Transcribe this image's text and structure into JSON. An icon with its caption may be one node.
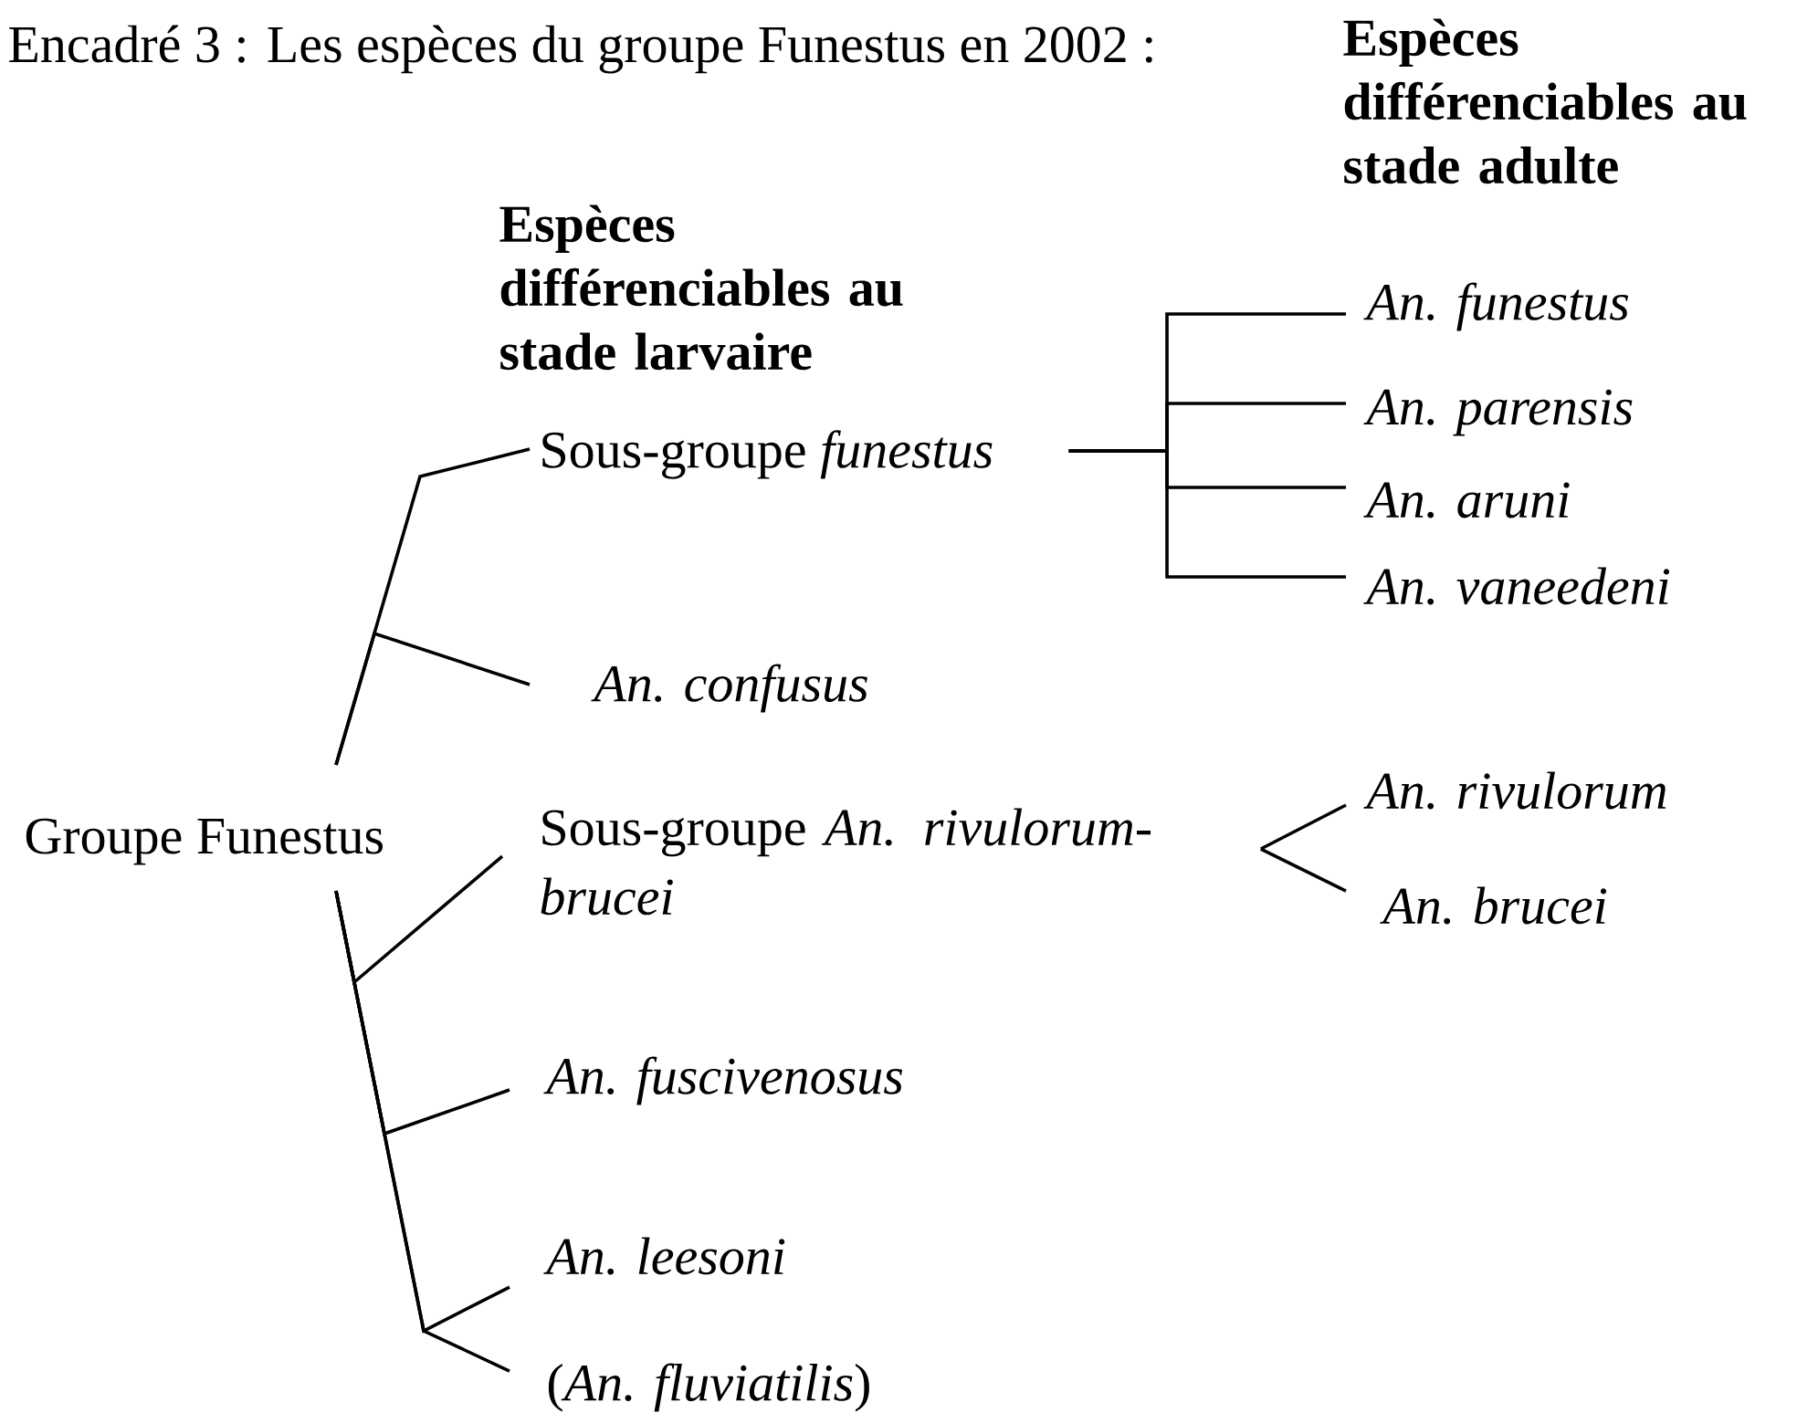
{
  "diagram": {
    "title": "Encadré 3 : Les espèces du groupe Funestus en 2002 :",
    "nodes": [
      {
        "text": [
          "Groupe Funestus"
        ]
      },
      {
        "text": [
          "Sous-groupe *funestus*"
        ]
      },
      {
        "text": [
          "An. confusus"
        ]
      },
      {
        "text": [
          "Sous-groupe *An. rivulorum-brucei*"
        ]
      },
      {
        "text": [
          "An. fuscivenosus"
        ]
      },
      {
        "text": [
          "An. leesoni"
        ]
      },
      {
        "text": [
          "(*An. fluviatilis*)"
        ]
      },
      {
        "text": [
          "An. funestus"
        ]
      },
      {
        "text": [
          "An. parensis"
        ]
      },
      {
        "text": [
          "An. aruni"
        ]
      },
      {
        "text": [
          "An. vaneedeni"
        ]
      },
      {
        "text": [
          "An. rivulorum"
        ]
      },
      {
        "text": [
          "An. brucei"
        ]
      }
    ],
    "edges": [
      {
        "from": 0,
        "to": 1,
        "arrow": "none"
      },
      {
        "from": 0,
        "to": 2,
        "arrow": "none"
      },
      {
        "from": 0,
        "to": 3,
        "arrow": "none"
      },
      {
        "from": 0,
        "to": 4,
        "arrow": "none"
      },
      {
        "from": 0,
        "to": 5,
        "arrow": "none"
      },
      {
        "from": 0,
        "to": 6,
        "arrow": "none"
      },
      {
        "from": 1,
        "to": 7,
        "arrow": "none"
      },
      {
        "from": 1,
        "to": 8,
        "arrow": "none"
      },
      {
        "from": 1,
        "to": 9,
        "arrow": "none"
      },
      {
        "from": 1,
        "to": 10,
        "arrow": "none"
      },
      {
        "from": 3,
        "to": 11,
        "arrow": "none"
      },
      {
        "from": 3,
        "to": 12,
        "arrow": "none"
      }
    ],
    "labels": [
      "Espèces différenciables au stade adulte",
      "Espèces différenciables au stade larvaire"
    ]
  }
}
